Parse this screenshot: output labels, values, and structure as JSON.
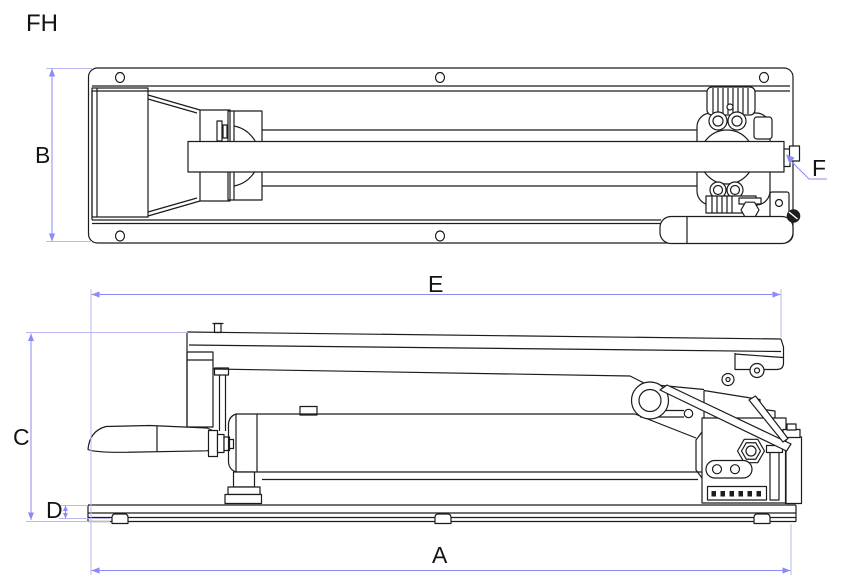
{
  "drawing": {
    "code": "FH",
    "dimension_labels": {
      "a": "A",
      "b": "B",
      "c": "C",
      "d": "D",
      "e": "E",
      "f": "F"
    },
    "colors": {
      "drawing_line": "#1c1c1c",
      "dimension_line": "#8b8bf5",
      "extension_line": "#b9b9f2",
      "background": "#ffffff"
    }
  }
}
